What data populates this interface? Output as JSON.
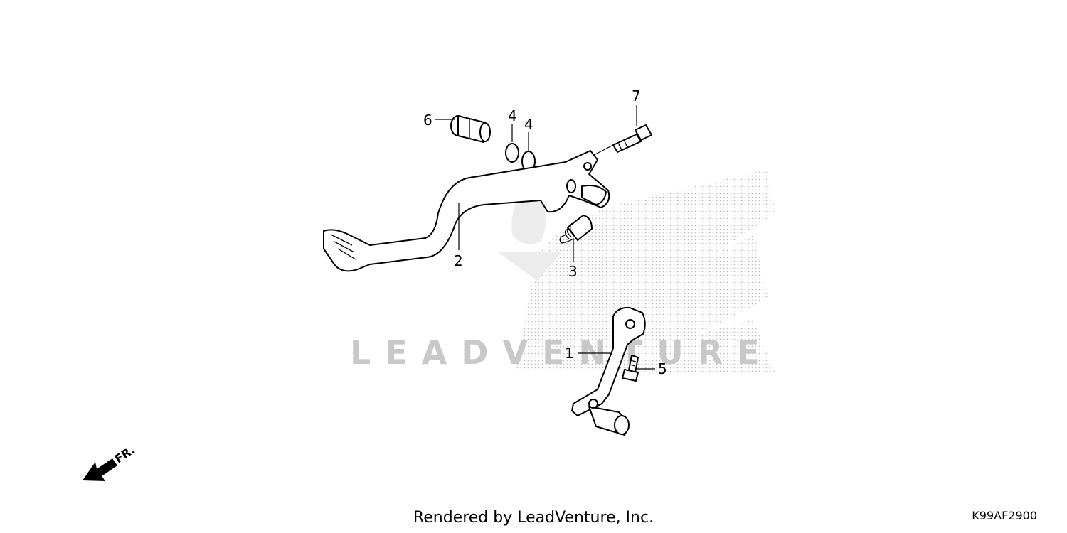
{
  "callouts": {
    "part_1": "1",
    "part_2": "2",
    "part_3": "3",
    "part_4a": "4",
    "part_4b": "4",
    "part_5": "5",
    "part_6": "6",
    "part_7": "7"
  },
  "front_indicator": "FR.",
  "watermark": "LEADVENTURE",
  "footer": {
    "credit": "Rendered by LeadVenture, Inc.",
    "diagram_code": "K99AF2900"
  }
}
